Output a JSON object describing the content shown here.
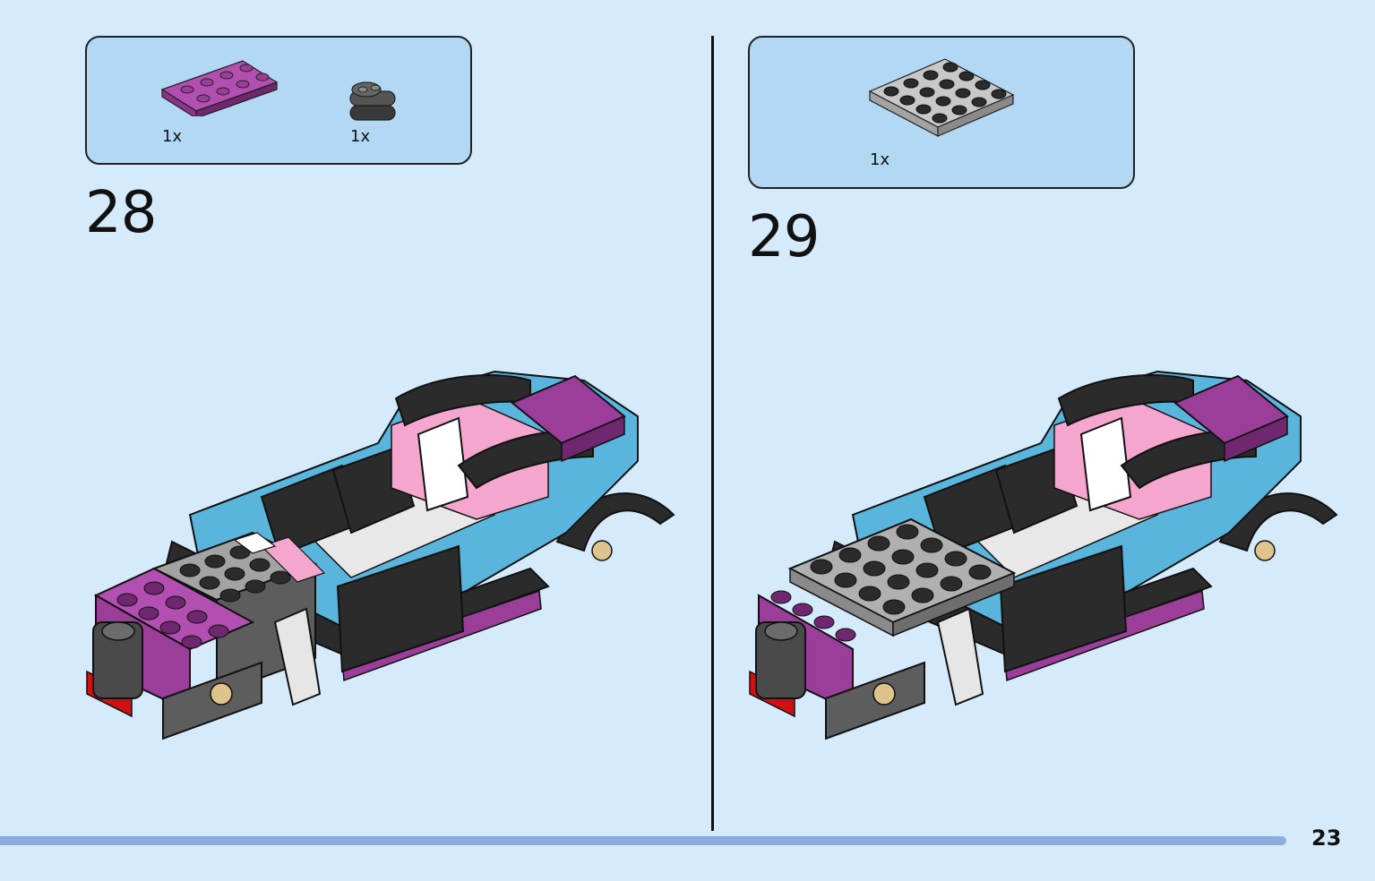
{
  "steps": [
    {
      "number": "28",
      "parts": [
        {
          "icon": "magenta-plate-2x4-icon",
          "quantity": "1x"
        },
        {
          "icon": "dark-grey-bracket-icon",
          "quantity": "1x"
        }
      ]
    },
    {
      "number": "29",
      "parts": [
        {
          "icon": "light-grey-plate-4x4-icon",
          "quantity": "1x"
        }
      ]
    }
  ],
  "progress": 0.935,
  "page_number": "23",
  "colors": {
    "background": "#d5ebfb",
    "parts_box": "#b3d8f4",
    "magenta": "#9a3e99",
    "medium_azure": "#5ab5dc",
    "black_part": "#2b2b2b",
    "light_grey": "#a3a3a3",
    "pink_trans": "#f4a6cf",
    "progress": "#8aaedb"
  }
}
